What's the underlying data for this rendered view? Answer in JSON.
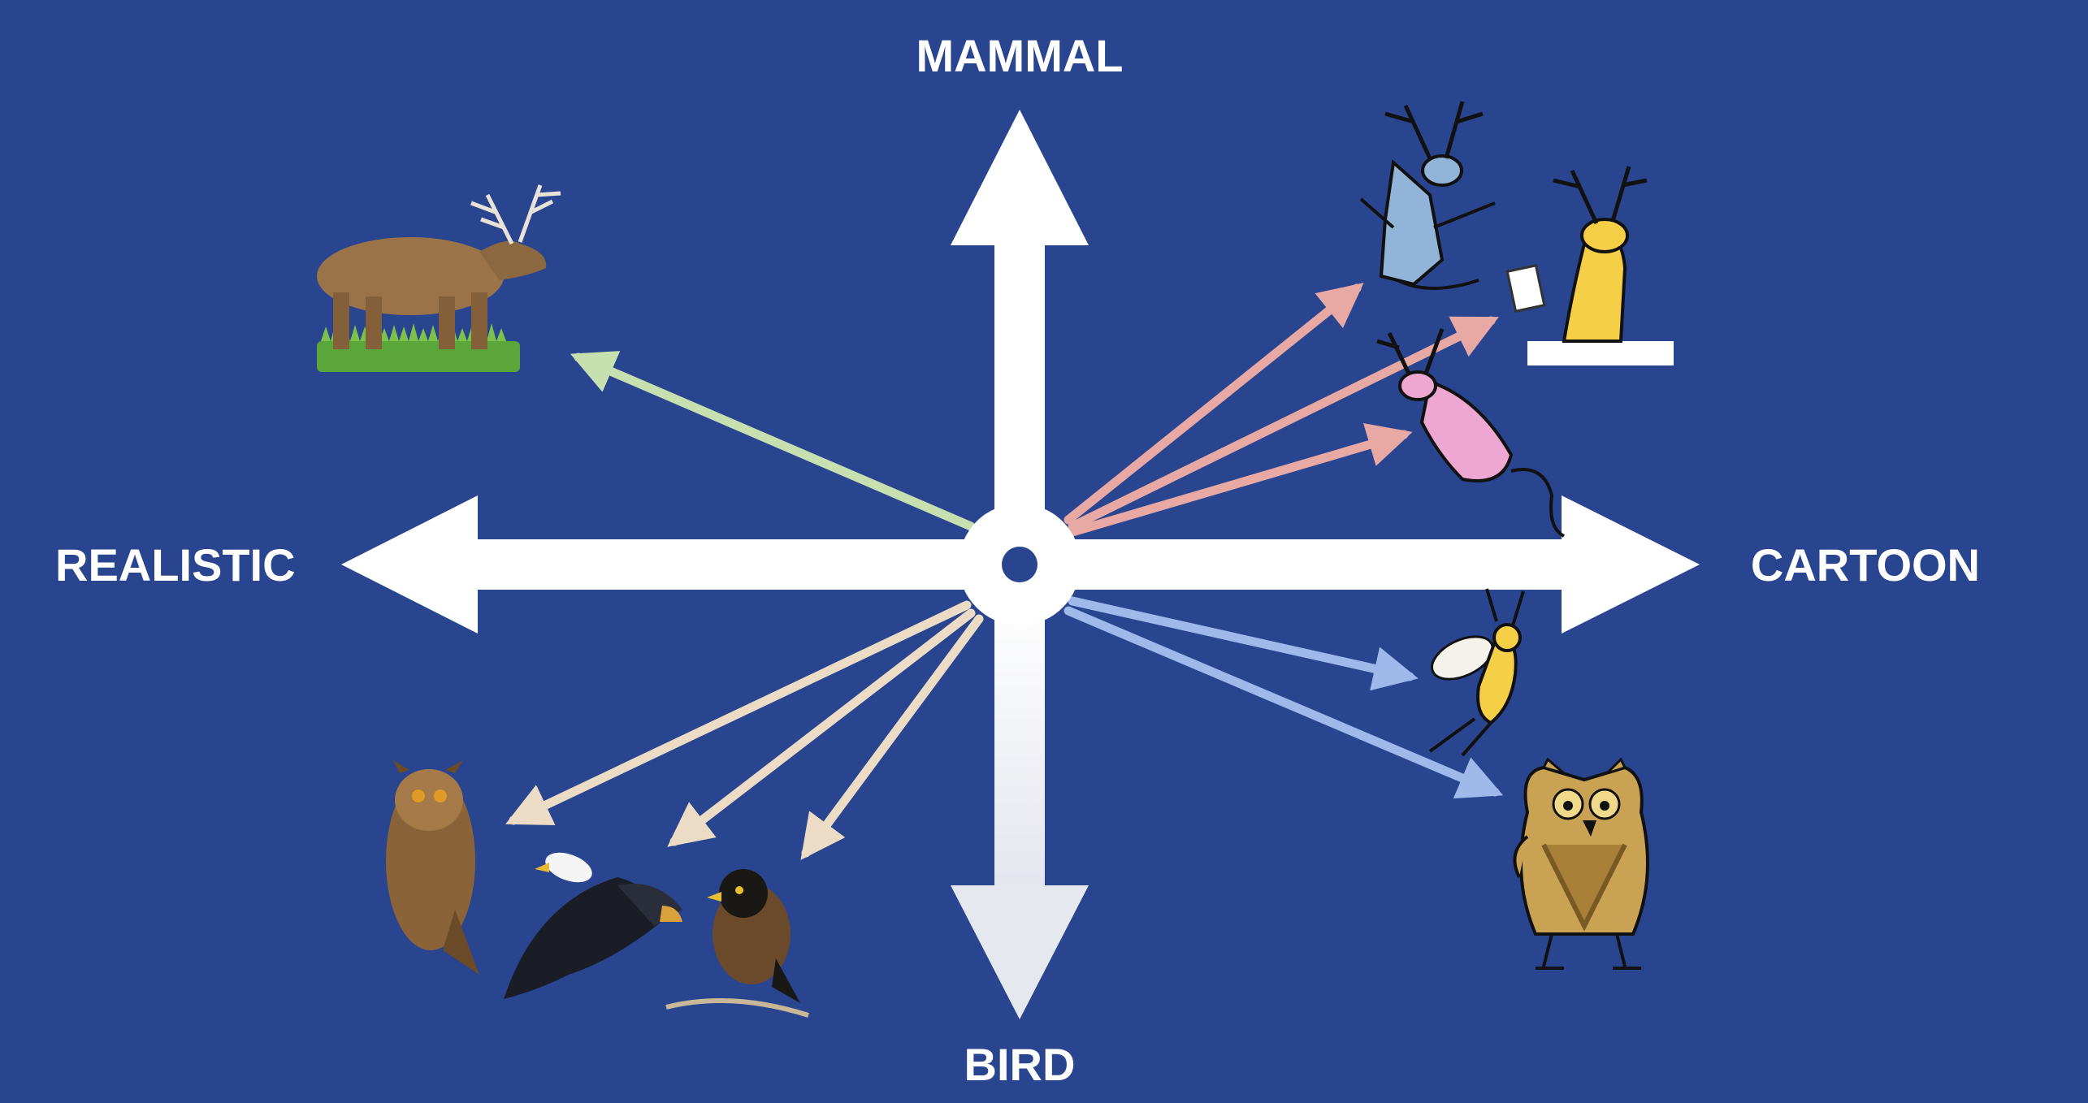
{
  "axes": {
    "top": "MAMMAL",
    "bottom": "BIRD",
    "left": "REALISTIC",
    "right": "CARTOON"
  },
  "colors": {
    "background": "#2a4590",
    "axis": "#ffffff",
    "arrow_realistic_mammal": "#c7e0b0",
    "arrow_cartoon_mammal": "#e8a9a4",
    "arrow_realistic_bird": "#ecdcc6",
    "arrow_cartoon_bird": "#9fb9ea"
  },
  "illustrations": [
    {
      "name": "realistic-elk",
      "icon": "elk-photo-icon"
    },
    {
      "name": "cartoon-deer-meditating",
      "icon": "blue-deer-icon"
    },
    {
      "name": "cartoon-deer-reading",
      "icon": "yellow-deer-icon"
    },
    {
      "name": "cartoon-deer-pink",
      "icon": "pink-deer-icon"
    },
    {
      "name": "realistic-owl",
      "icon": "owl-photo-icon"
    },
    {
      "name": "realistic-eagle",
      "icon": "eagle-photo-icon"
    },
    {
      "name": "realistic-myna",
      "icon": "myna-photo-icon"
    },
    {
      "name": "cartoon-bird-flying",
      "icon": "yellow-bird-icon"
    },
    {
      "name": "cartoon-owl",
      "icon": "cartoon-owl-icon"
    }
  ]
}
